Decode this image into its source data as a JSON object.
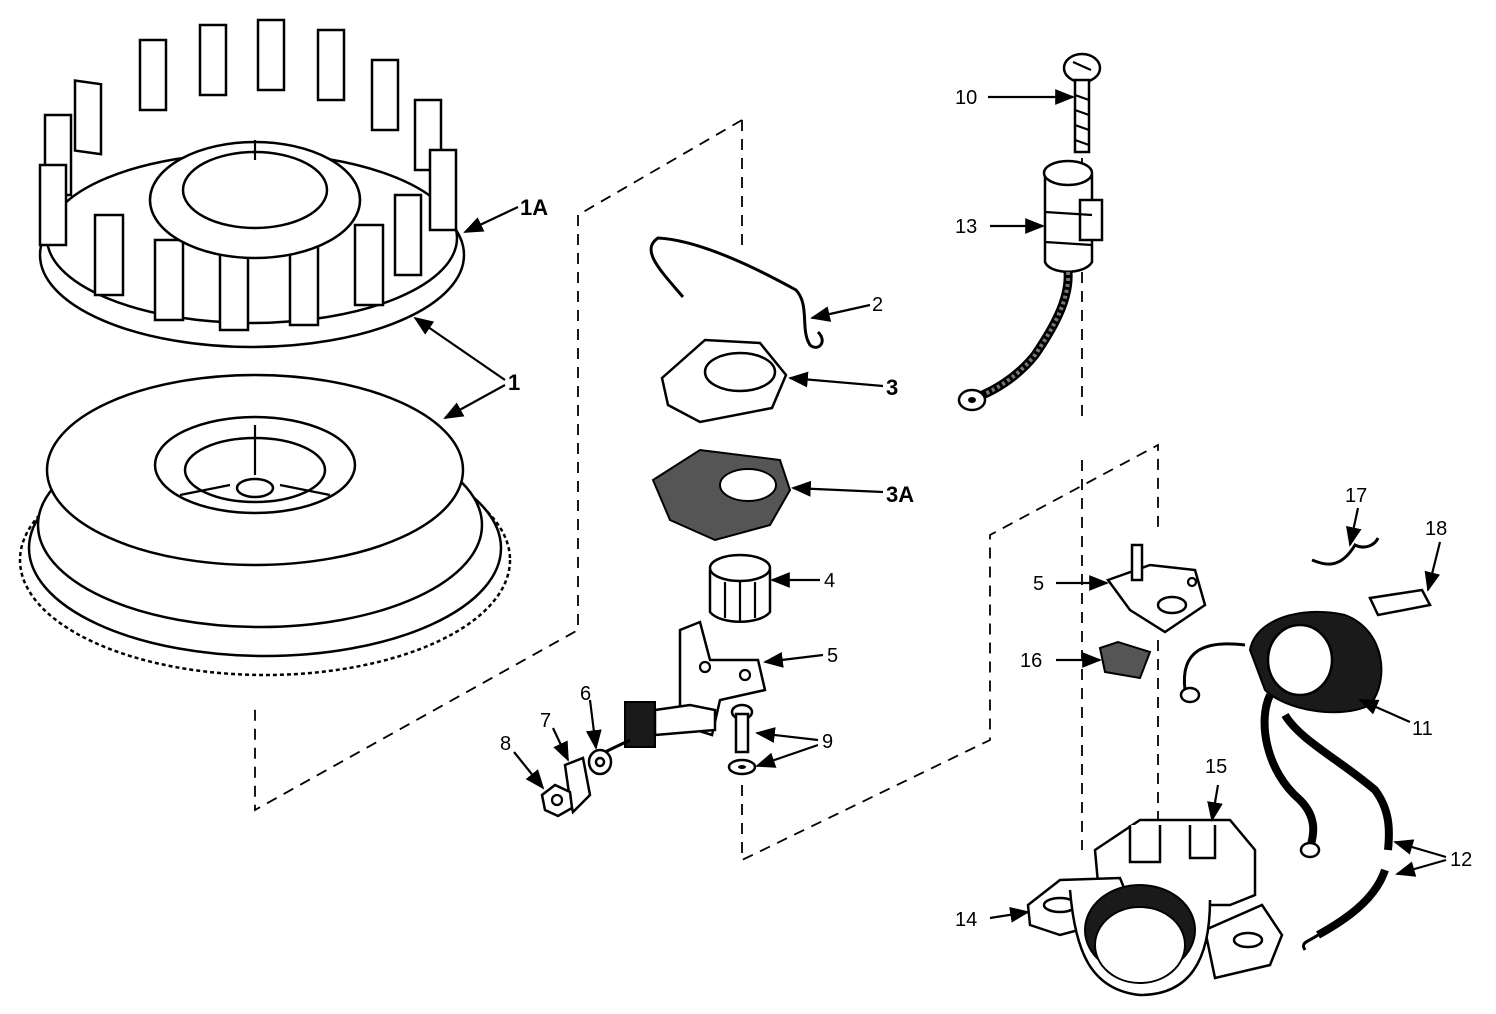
{
  "diagram": {
    "type": "exploded parts diagram",
    "callouts": {
      "c1": "1",
      "c1A": "1A",
      "c2": "2",
      "c3": "3",
      "c3A": "3A",
      "c4": "4",
      "c5a": "5",
      "c5b": "5",
      "c6": "6",
      "c7": "7",
      "c8": "8",
      "c9": "9",
      "c10": "10",
      "c11": "11",
      "c12": "12",
      "c13": "13",
      "c14": "14",
      "c15": "15",
      "c16": "16",
      "c17": "17",
      "c18": "18"
    }
  }
}
